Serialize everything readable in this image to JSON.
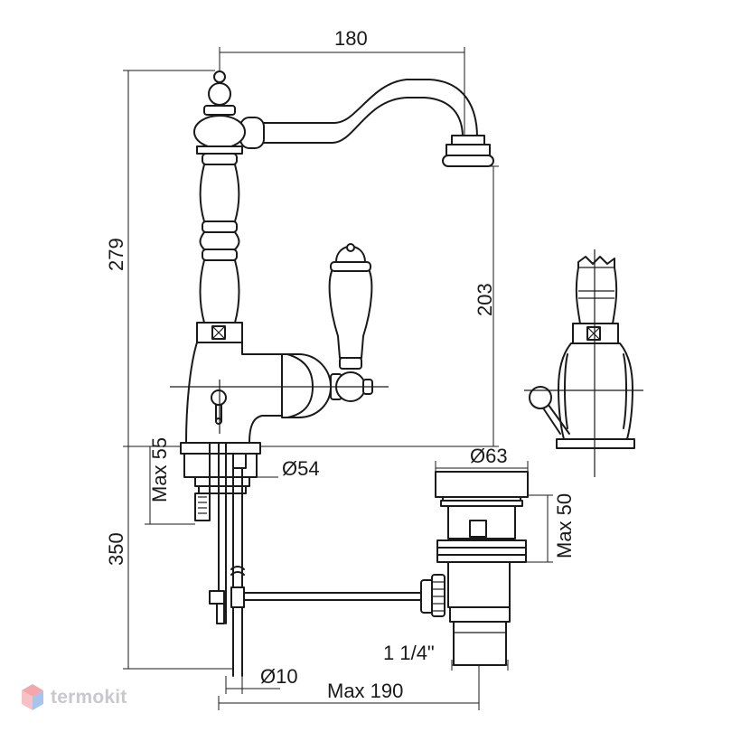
{
  "dimensions": {
    "width_top": "180",
    "height_total": "279",
    "spout_height": "203",
    "max_thickness": "Max 55",
    "base_diameter": "Ø54",
    "waste_diameter": "Ø63",
    "waste_max_height": "Max 50",
    "under_counter": "350",
    "rod_diameter": "Ø10",
    "thread_size": "1 1/4\"",
    "max_reach": "Max 190"
  },
  "watermark": {
    "brand": "termokit"
  },
  "colors": {
    "line": "#1a1a1a",
    "watermark_text": "#c7c9cf",
    "watermark_icon_red": "#f4a6ad",
    "watermark_icon_blue": "#a9c4ea"
  }
}
